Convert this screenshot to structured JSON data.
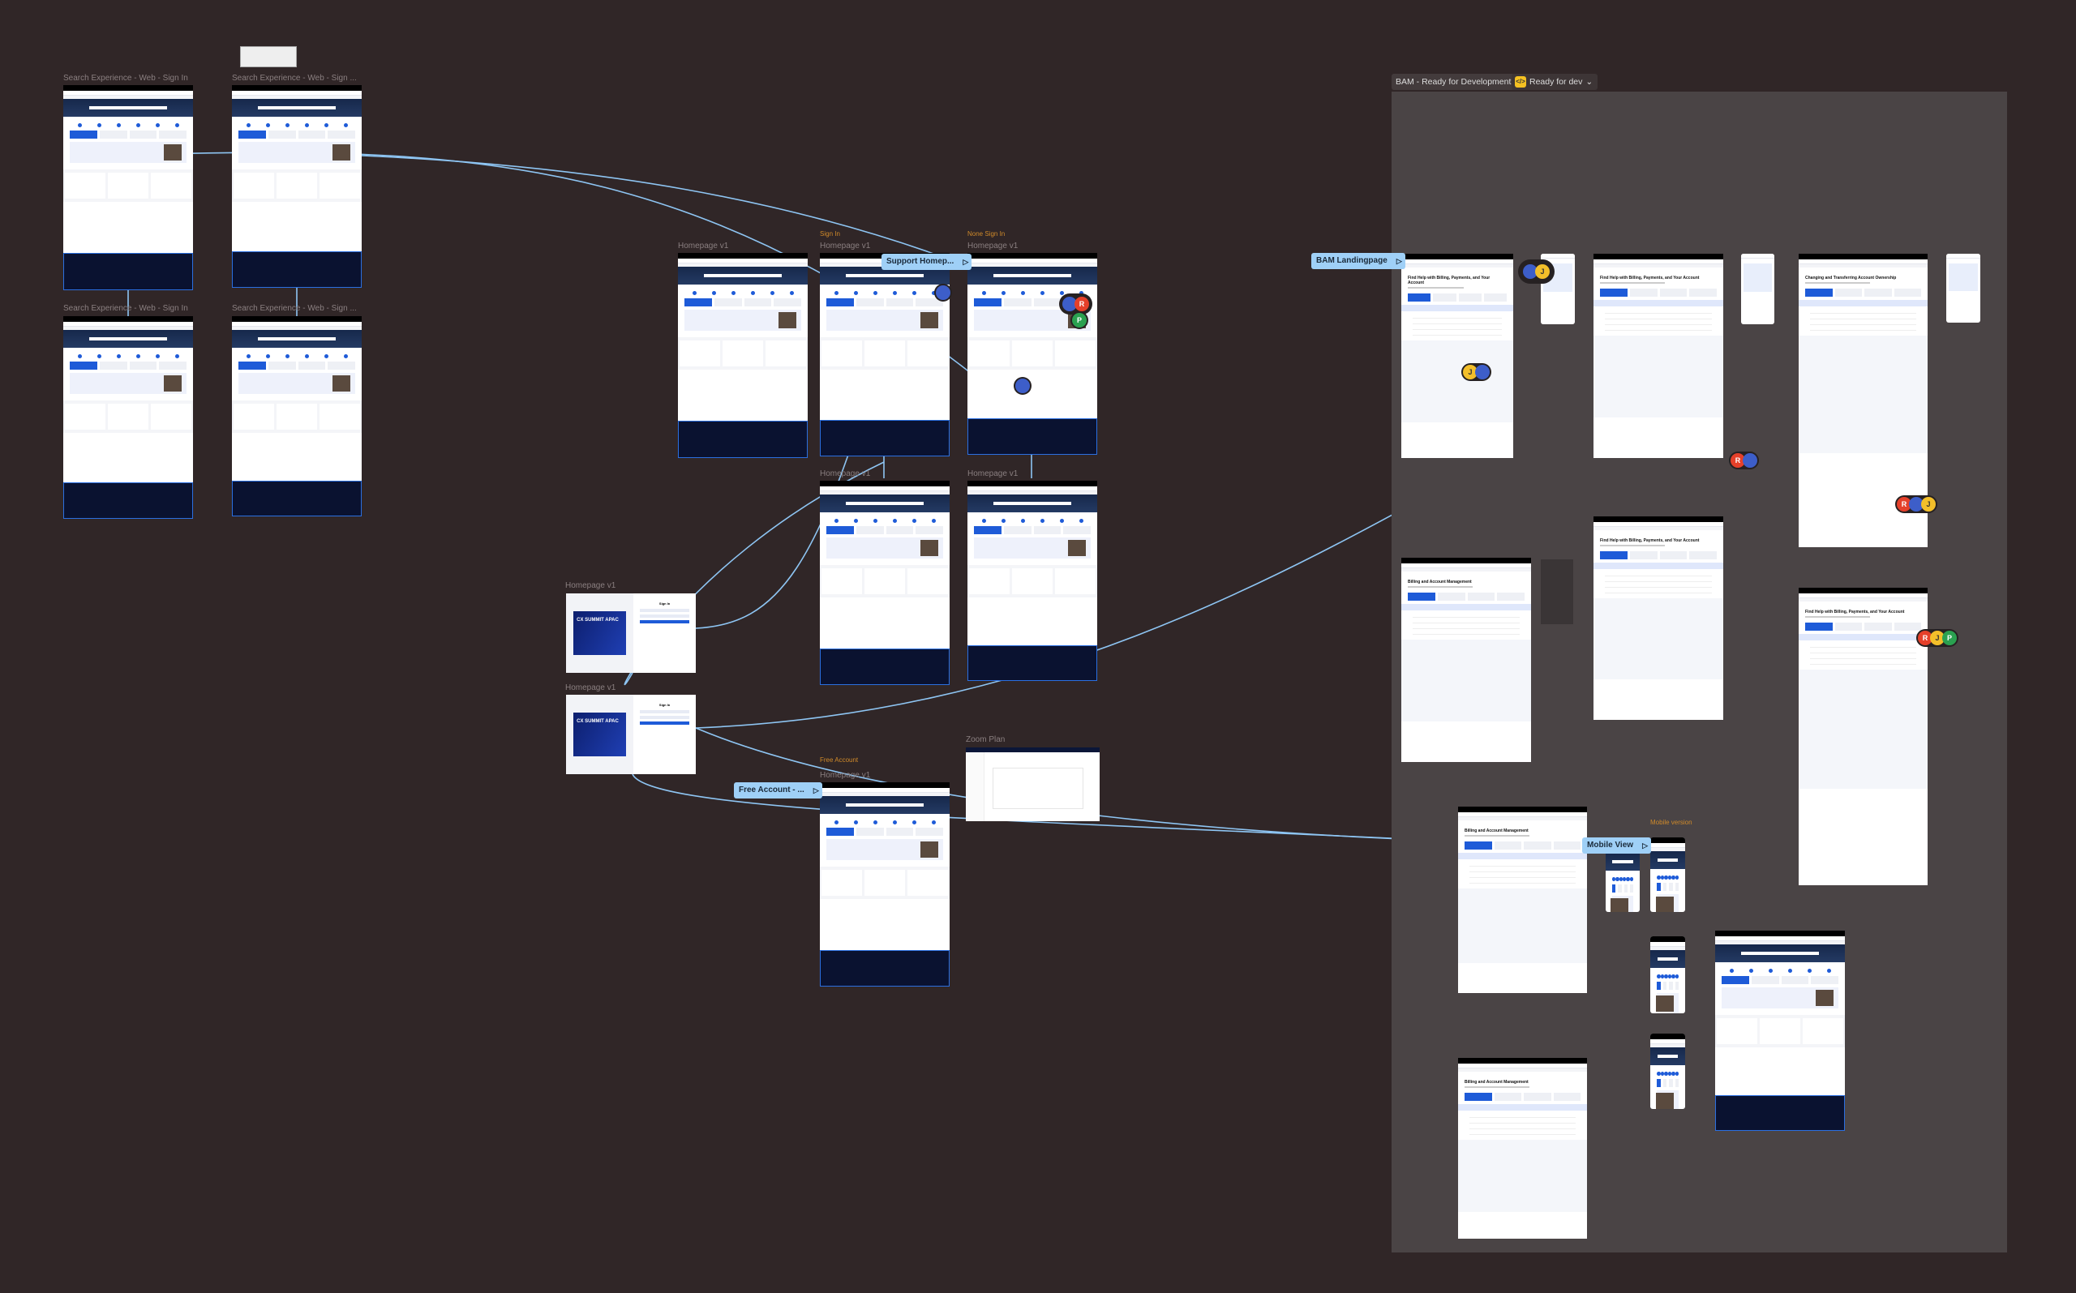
{
  "section": {
    "title": "BAM - Ready for Development",
    "status": "Ready for dev",
    "status_icon": "code-icon"
  },
  "labels": {
    "search_sign_in": "Search Experience - Web - Sign In",
    "search_sign_trunc": "Search Experience - Web - Sign ...",
    "homepage_v1": "Homepage v1",
    "zoom_plan": "Zoom Plan",
    "sign_in_note": "Sign In",
    "none_sign_in_note": "None Sign In",
    "free_account_note": "Free Account",
    "mobile_version_note": "Mobile version"
  },
  "flows": {
    "support": "Support Homep...",
    "free": "Free Account - ...",
    "bam": "BAM Landingpage",
    "mobile": "Mobile View"
  },
  "bam_pages": {
    "find_help": "Find Help with Billing, Payments, and Your Account",
    "changing": "Changing and Transferring Account Ownership",
    "billing": "Billing and Account Management"
  },
  "signin": {
    "banner": "CX SUMMIT APAC",
    "title": "Sign In"
  },
  "avatars": {
    "r": "R",
    "j": "J",
    "p": "P"
  },
  "colors": {
    "canvas": "#302627",
    "section": "#4a4445",
    "flow": "#9fd0f7",
    "link": "#8ec5f3",
    "accent": "#1e5bd8"
  }
}
